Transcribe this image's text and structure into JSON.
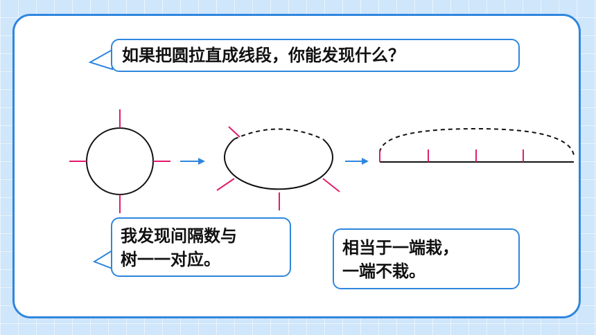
{
  "question": "如果把圆拉直成线段，你能发现什么？",
  "bubble_left_lines": [
    "我发现间隔数与",
    "树一一对应。"
  ],
  "bubble_right_lines": [
    "相当于一端栽，",
    "一端不栽。"
  ],
  "colors": {
    "frame_border": "#2e86de",
    "tree_mark": "#e01c6a",
    "arrow": "#2e86de",
    "shape_stroke": "#111111",
    "background": "#cfe6fb"
  }
}
